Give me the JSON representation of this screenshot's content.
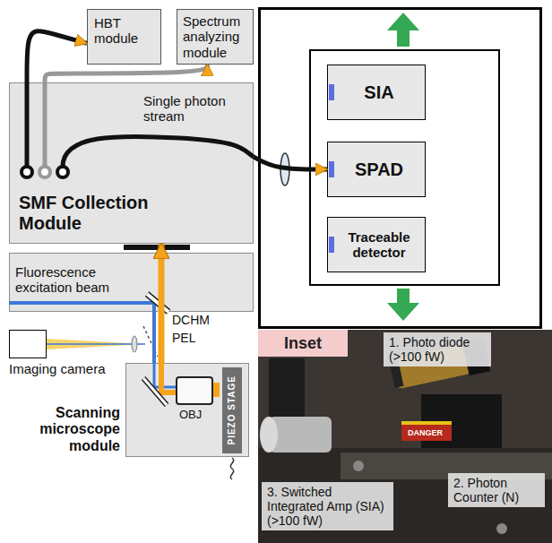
{
  "diagram": {
    "nodes": [
      {
        "text": [
          "HBT module"
        ]
      },
      {
        "text": [
          "Spectrum analyzing module"
        ]
      },
      {
        "text": [
          "SMF Collection Module"
        ]
      },
      {
        "text": [
          "SIA"
        ]
      },
      {
        "text": [
          "SPAD"
        ]
      },
      {
        "text": [
          "Traceable detector"
        ]
      },
      {
        "text": [
          "Fluorescence excitation beam"
        ]
      },
      {
        "text": [
          "Imaging camera"
        ]
      },
      {
        "text": [
          "Scanning microscope module"
        ]
      },
      {
        "text": [
          "OBJ"
        ],
        "in": 8
      },
      {
        "text": [
          "PIEZO STAGE"
        ],
        "in": 8
      },
      {
        "text": [
          "Inset"
        ]
      },
      {
        "text": [
          "1. Photo diode (>100 fW)"
        ]
      },
      {
        "text": [
          "2. Photon Counter (N)"
        ]
      },
      {
        "text": [
          "3. Switched Integrated Amp (SIA) (>100 fW)"
        ]
      }
    ],
    "edges": [
      {
        "from": 2,
        "to": 0,
        "arrow": "to"
      },
      {
        "from": 2,
        "to": 1,
        "arrow": "to"
      },
      {
        "from": 2,
        "to": 4,
        "arrow": "to"
      },
      {
        "from": 8,
        "to": 2,
        "arrow": "to"
      },
      {
        "from": 6,
        "to": 8,
        "arrow": "none"
      }
    ],
    "labels": [
      "Single photon stream",
      "DCHM",
      "PEL",
      "DANGER"
    ]
  }
}
